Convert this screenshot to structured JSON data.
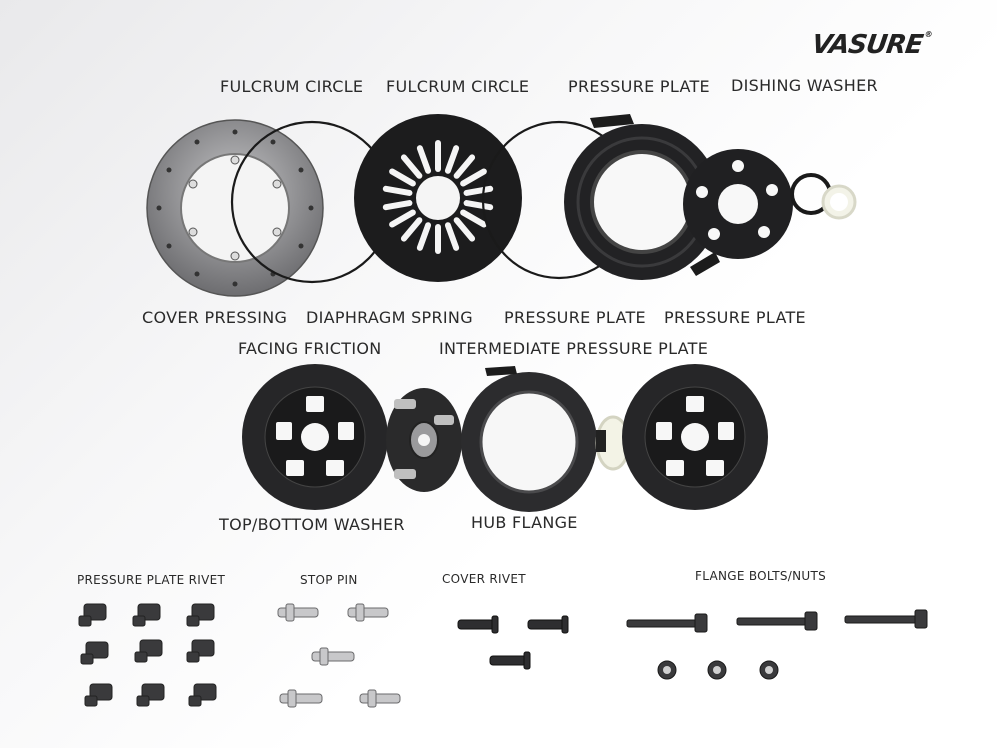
{
  "brand": {
    "logo": "VASURE",
    "mark": "®"
  },
  "labels": {
    "fulcrum_circle_1": "FULCRUM CIRCLE",
    "fulcrum_circle_2": "FULCRUM CIRCLE",
    "pressure_plate_top": "PRESSURE PLATE",
    "dishing_washer": "DISHING WASHER",
    "cover_pressing": "COVER PRESSING",
    "diaphragm_spring": "DIAPHRAGM SPRING",
    "pressure_plate_mid_1": "PRESSURE PLATE",
    "pressure_plate_mid_2": "PRESSURE PLATE",
    "facing_friction": "FACING FRICTION",
    "intermediate_pressure_plate": "INTERMEDIATE PRESSURE PLATE",
    "top_bottom_washer": "TOP/BOTTOM WASHER",
    "hub_flange": "HUB FLANGE",
    "pressure_plate_rivet": "PRESSURE PLATE RIVET",
    "stop_pin": "STOP PIN",
    "cover_rivet": "COVER RIVET",
    "flange_bolts_nuts": "FLANGE BOLTS/NUTS"
  },
  "colors": {
    "metal": "#9a9a9c",
    "dark_metal": "#2b2b2d",
    "black": "#161616",
    "background": "#ffffff"
  }
}
